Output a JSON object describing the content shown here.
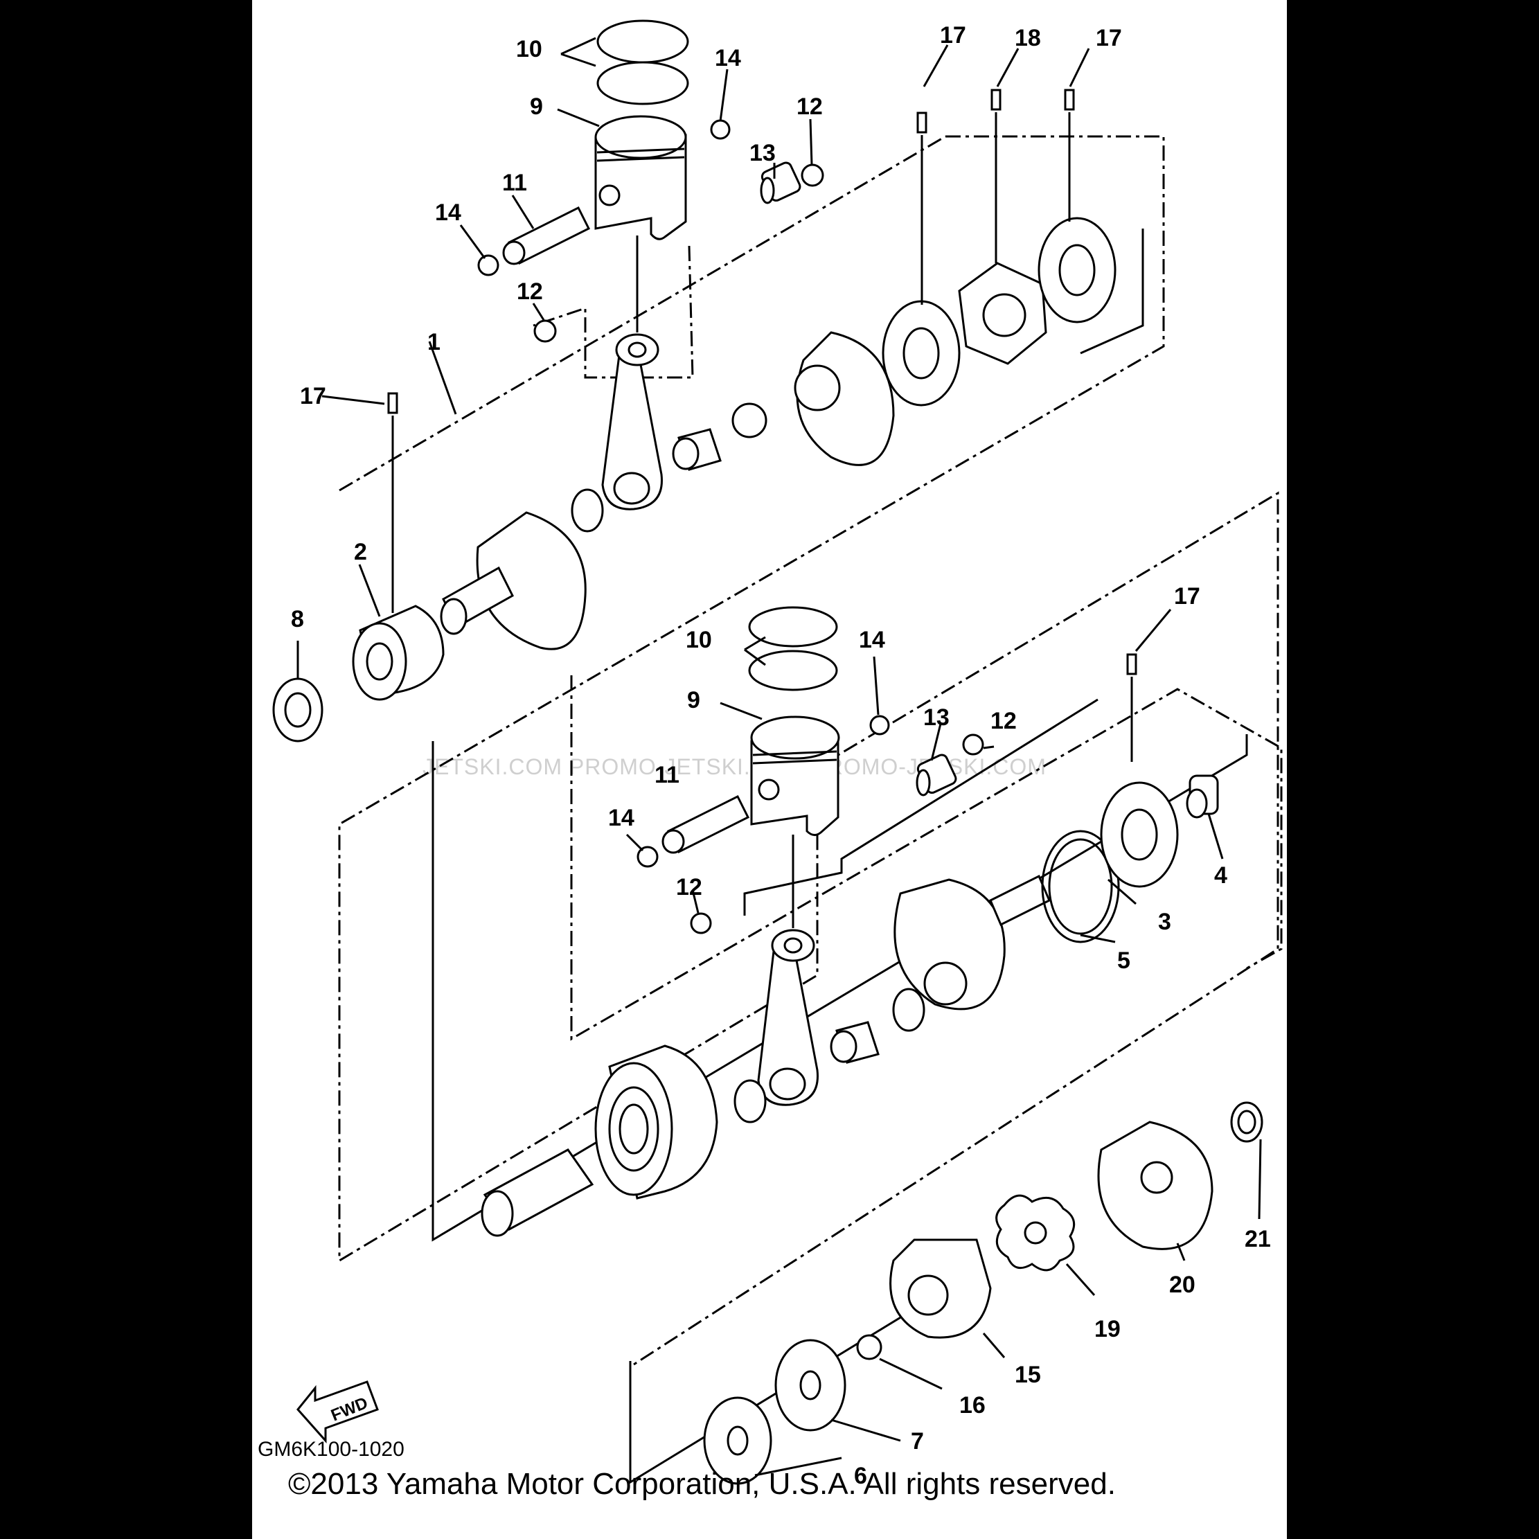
{
  "diagram": {
    "part_code": "GM6K100-1020",
    "copyright": "©2013 Yamaha Motor Corporation, U.S.A. All rights reserved.",
    "fwd_label": "FWD",
    "watermark": "JETSKI.COM   PROMO-JETSKI.COM   PROMO-JETSKI.COM",
    "callouts": [
      "1",
      "2",
      "3",
      "4",
      "5",
      "6",
      "7",
      "8",
      "9",
      "10",
      "11",
      "12",
      "13",
      "14",
      "15",
      "16",
      "17",
      "18",
      "19",
      "20",
      "21"
    ]
  }
}
